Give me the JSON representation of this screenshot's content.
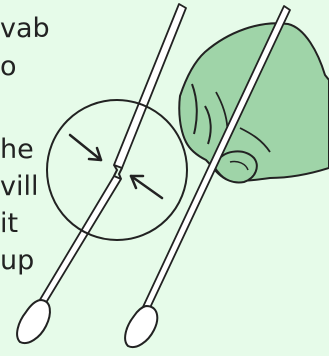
{
  "instruction_text": {
    "lines": [
      "vab",
      "o",
      "",
      "he",
      "vill",
      "it",
      "up"
    ]
  },
  "colors": {
    "background": "#e6fbe9",
    "hand_fill": "#9fd4a8",
    "stroke": "#222222"
  },
  "icons": {
    "left_swab": "swab-with-break-point-icon",
    "magnifier": "magnifier-circle-icon",
    "hand": "hand-holding-swab-icon",
    "right_swab": "swab-icon"
  }
}
